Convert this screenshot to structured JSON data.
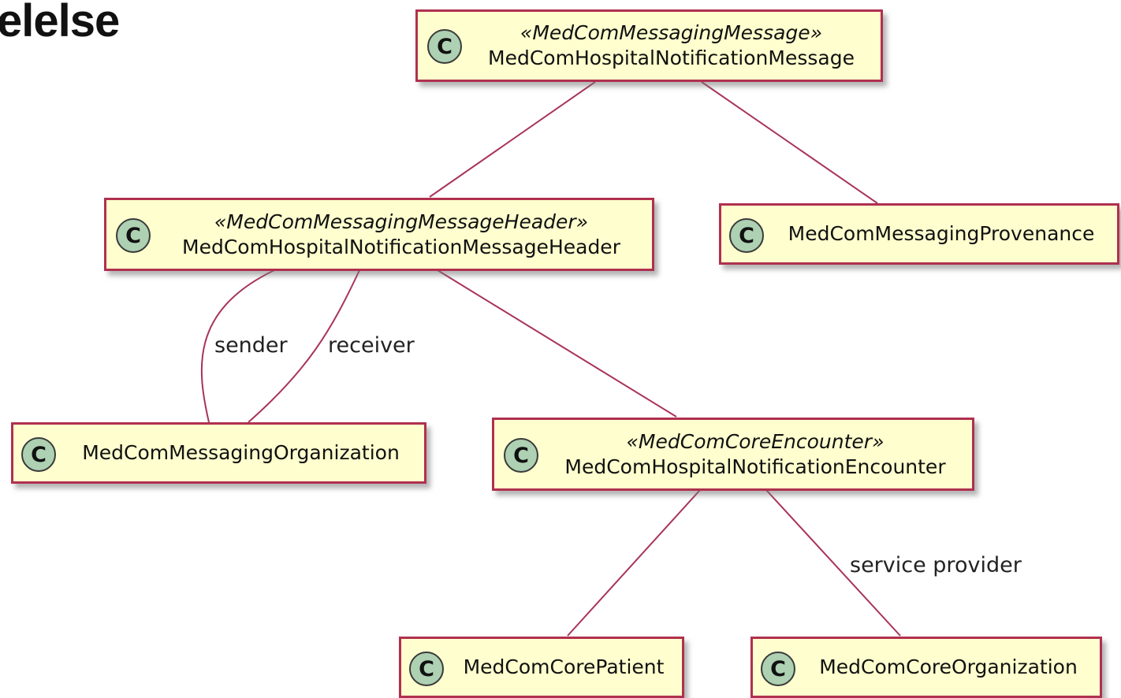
{
  "page": {
    "title": "elelse"
  },
  "diagram": {
    "nodes": {
      "message": {
        "stereotype": "«MedComMessagingMessage»",
        "name": "MedComHospitalNotificationMessage",
        "icon": "C"
      },
      "header": {
        "stereotype": "«MedComMessagingMessageHeader»",
        "name": "MedComHospitalNotificationMessageHeader",
        "icon": "C"
      },
      "provenance": {
        "name": "MedComMessagingProvenance",
        "icon": "C"
      },
      "organization": {
        "name": "MedComMessagingOrganization",
        "icon": "C"
      },
      "encounter": {
        "stereotype": "«MedComCoreEncounter»",
        "name": "MedComHospitalNotificationEncounter",
        "icon": "C"
      },
      "patient": {
        "name": "MedComCorePatient",
        "icon": "C"
      },
      "core_organization": {
        "name": "MedComCoreOrganization",
        "icon": "C"
      }
    },
    "edges": {
      "sender": "sender",
      "receiver": "receiver",
      "service_provider": "service provider"
    },
    "colors": {
      "node_fill": "#fefece",
      "node_border": "#b0304f",
      "edge": "#a8345a",
      "class_icon": "#add1b2"
    }
  }
}
